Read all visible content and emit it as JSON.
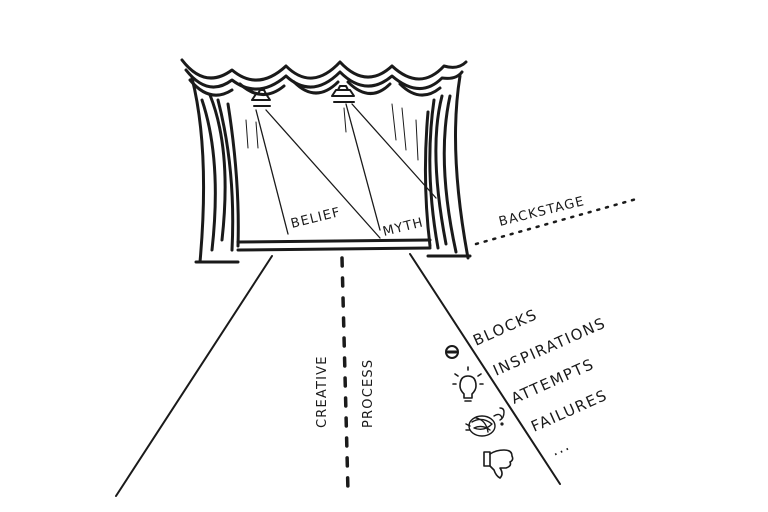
{
  "stage": {
    "label_left": "BELIEF",
    "label_right": "MYTH"
  },
  "backstage": {
    "label": "BACKSTAGE"
  },
  "process": {
    "label_line1": "CREATIVE",
    "label_line2": "PROCESS"
  },
  "road_items": [
    {
      "label": "BLOCKS",
      "icon": "no-entry-icon"
    },
    {
      "label": "INSPIRATIONS",
      "icon": "lightbulb-icon"
    },
    {
      "label": "ATTEMPTS",
      "icon": "tangled-ball-icon"
    },
    {
      "label": "FAILURES",
      "icon": "thumbs-down-icon"
    },
    {
      "label": "...",
      "icon": ""
    }
  ],
  "colors": {
    "ink": "#1a1a1a",
    "background": "#ffffff"
  }
}
